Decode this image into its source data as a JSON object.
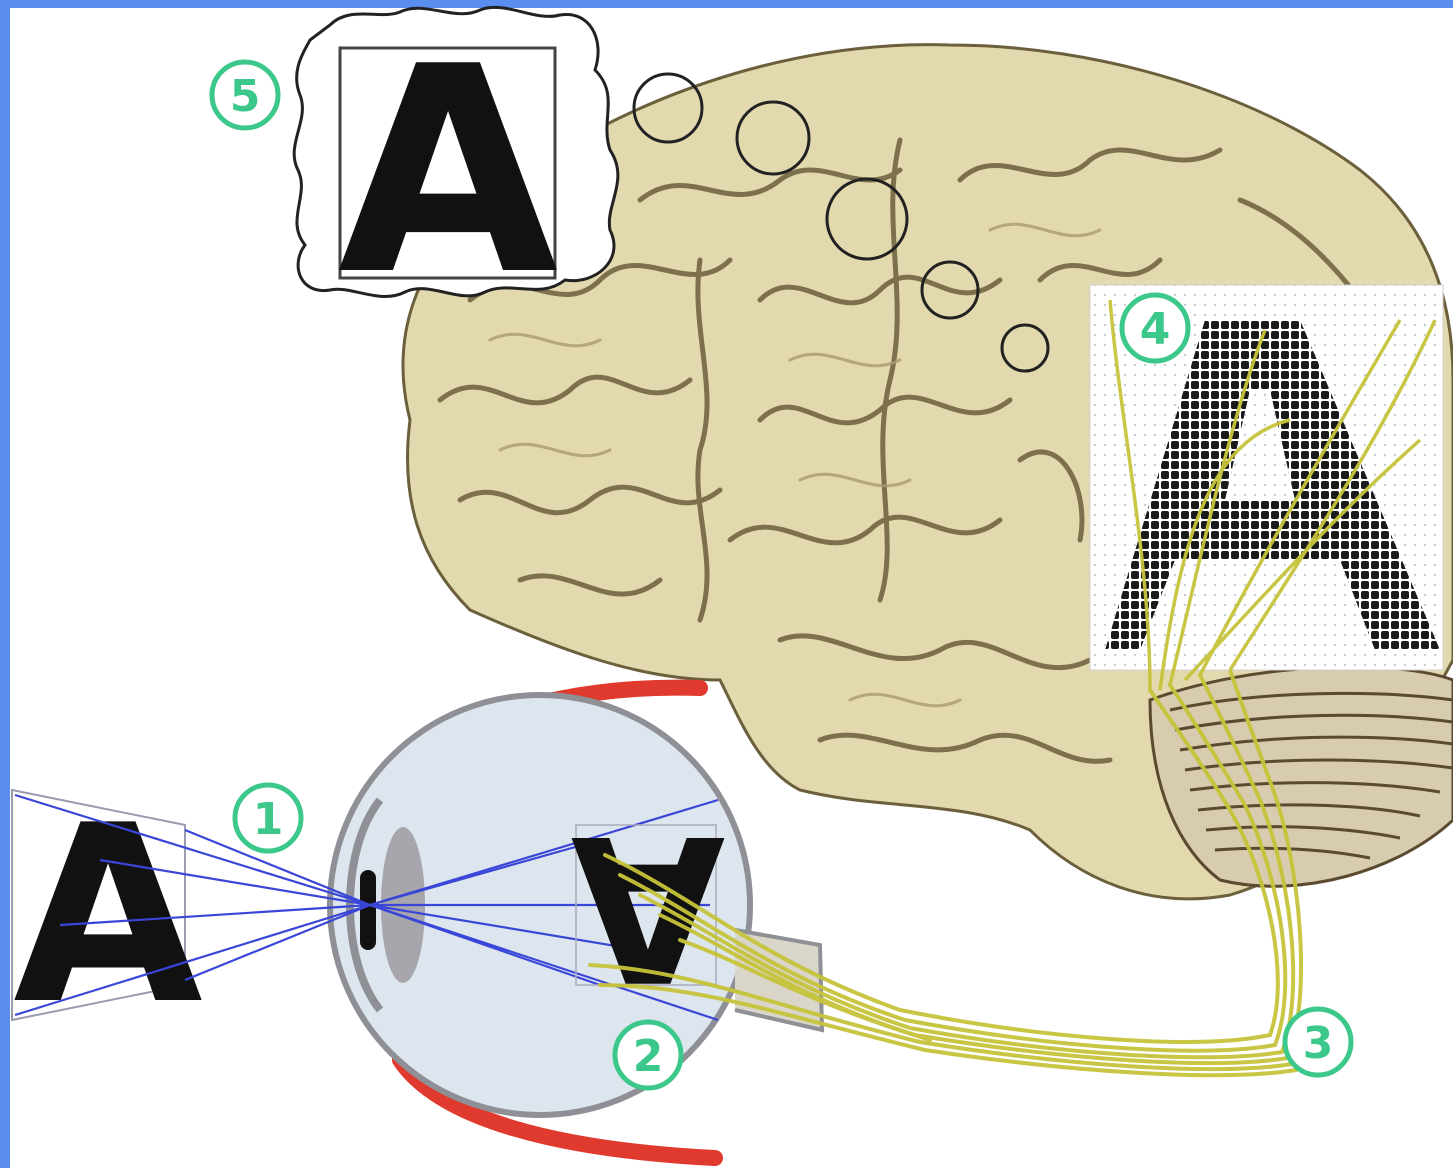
{
  "diagram": {
    "object_letter": "A",
    "retina_letter": "A",
    "cortex_letter": "A",
    "perceived_letter": "A",
    "steps": [
      {
        "id": "step-1",
        "number": "1"
      },
      {
        "id": "step-2",
        "number": "2"
      },
      {
        "id": "step-3",
        "number": "3"
      },
      {
        "id": "step-4",
        "number": "4"
      },
      {
        "id": "step-5",
        "number": "5"
      }
    ]
  },
  "colors": {
    "frame": "#5a8df0",
    "brain_fill": "#e3d9ae",
    "brain_stroke": "#6b5f3c",
    "eye_fill": "#dde6ee",
    "eyelid": "#e03a2e",
    "ray": "#3a46d8",
    "nerve": "#c6c43a",
    "step_circle": "#3cc88a",
    "letter": "#111111"
  }
}
